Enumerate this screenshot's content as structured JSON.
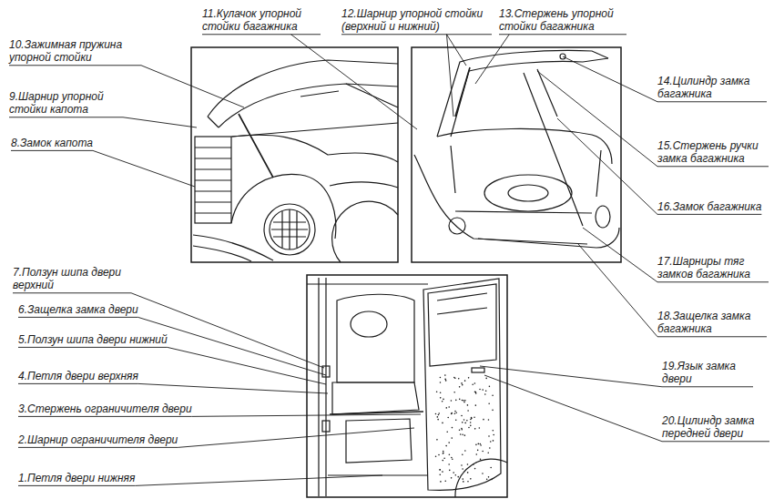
{
  "diagram": {
    "labels": [
      "11.Кулачок упорной стойки багажника",
      "12.Шарнир упорной стойки (верхний и нижний)",
      "13.Стержень упорной стойки багажника",
      "10.Зажимная пружина упорной стойки",
      "9.Шарнир упорной стойки капота",
      "8.Замок капота",
      "14.Цилиндр замка багажника",
      "15.Стержень ручки замка багажника",
      "16.Замок багажника",
      "17.Шарниры тяг замков багажника",
      "18.Защелка замка багажника",
      "7.Ползун шипа двери верхний",
      "6.Защелка замка двери",
      "5.Ползун шипа двери нижний",
      "4.Петля двери верхняя",
      "3.Стержень ограничителя двери",
      "2.Шарнир ограничителя двери",
      "1.Петля двери нижняя",
      "19.Язык замка двери",
      "20.Цилиндр замка передней двери"
    ]
  }
}
